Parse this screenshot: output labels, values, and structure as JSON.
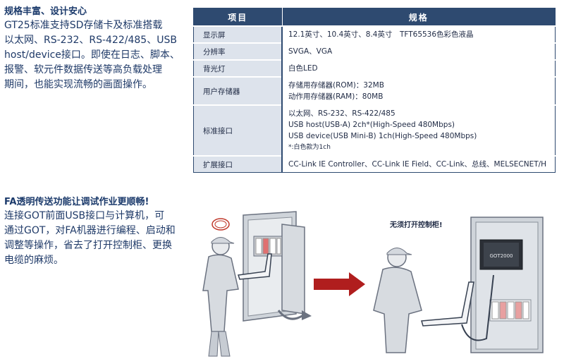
{
  "section1": {
    "heading": "规格丰富、设计安心",
    "paragraph_lines": [
      "GT25标准支持SD存储卡及标准搭载",
      "以太网、RS-232、RS-422/485、USB",
      "host/device接口。即使在日志、脚本、",
      "报警、软元件数据传送等高负载处理",
      "期间，也能实现流畅的画面操作。"
    ]
  },
  "spec_table": {
    "headers": [
      "项目",
      "规格"
    ],
    "rows": [
      {
        "key": "显示屏",
        "lines": [
          "12.1英寸、10.4英寸、8.4英寸　TFT65536色彩色液晶"
        ]
      },
      {
        "key": "分辨率",
        "lines": [
          "SVGA、VGA"
        ]
      },
      {
        "key": "背光灯",
        "lines": [
          "白色LED"
        ]
      },
      {
        "key": "用户存储器",
        "lines": [
          "存储用存储器(ROM)：32MB",
          "动作用存储器(RAM)：80MB"
        ]
      },
      {
        "key": "标准接口",
        "lines": [
          "以太网、RS-232、RS-422/485",
          "USB host(USB-A) 2ch*(High-Speed 480Mbps)",
          "USB device(USB Mini-B) 1ch(High-Speed 480Mbps)"
        ],
        "note": "*:白色款为1ch"
      },
      {
        "key": "扩展接口",
        "lines": [
          "CC-Link IE Controller、CC-Link IE Field、CC-Link、总线、MELSECNET/H"
        ]
      }
    ]
  },
  "section2": {
    "heading": "FA透明传送功能让调试作业更顺畅!",
    "paragraph_lines": [
      "连接GOT前面USB接口与计算机，可",
      "通过GOT，对FA机器进行编程、启动和",
      "调整等操作，省去了打开控制柜、更换",
      "电缆的麻烦。"
    ]
  },
  "illustration": {
    "caption": "无须打开控制柜!",
    "screen_brand": "GOT2000",
    "arrow_color": "#b01e1e"
  }
}
